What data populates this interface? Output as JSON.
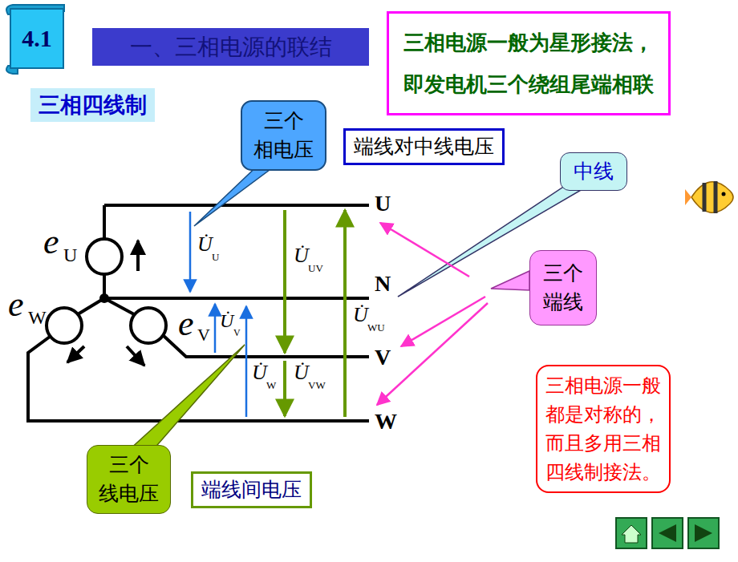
{
  "diagram": {
    "title": "一、三相电源的联结",
    "nodes": [
      {
        "text": [
          "4.1"
        ]
      },
      {
        "text": [
          "三相电源一般为星形接法， 即发电机三个绕组尾端相联"
        ]
      },
      {
        "text": [
          "三相四线制"
        ]
      },
      {
        "text": [
          "三个 相电压"
        ]
      },
      {
        "text": [
          "端线对中线电压"
        ]
      },
      {
        "text": [
          "中线"
        ]
      },
      {
        "text": [
          "三个 端线"
        ]
      },
      {
        "text": [
          "三相电源一般 都是对称的， 而且多用三相 四线制接法。"
        ]
      },
      {
        "text": [
          "三个 线电压"
        ]
      },
      {
        "text": [
          "端线间电压"
        ]
      }
    ],
    "labels": [
      "e",
      "U",
      "e",
      "W",
      "e",
      "V",
      "U̇",
      "U",
      "U̇",
      "UV",
      "U̇",
      "WU",
      "U̇",
      "V",
      "U̇",
      "W",
      "U̇",
      "VW",
      "U",
      "N",
      "V",
      "W"
    ]
  }
}
